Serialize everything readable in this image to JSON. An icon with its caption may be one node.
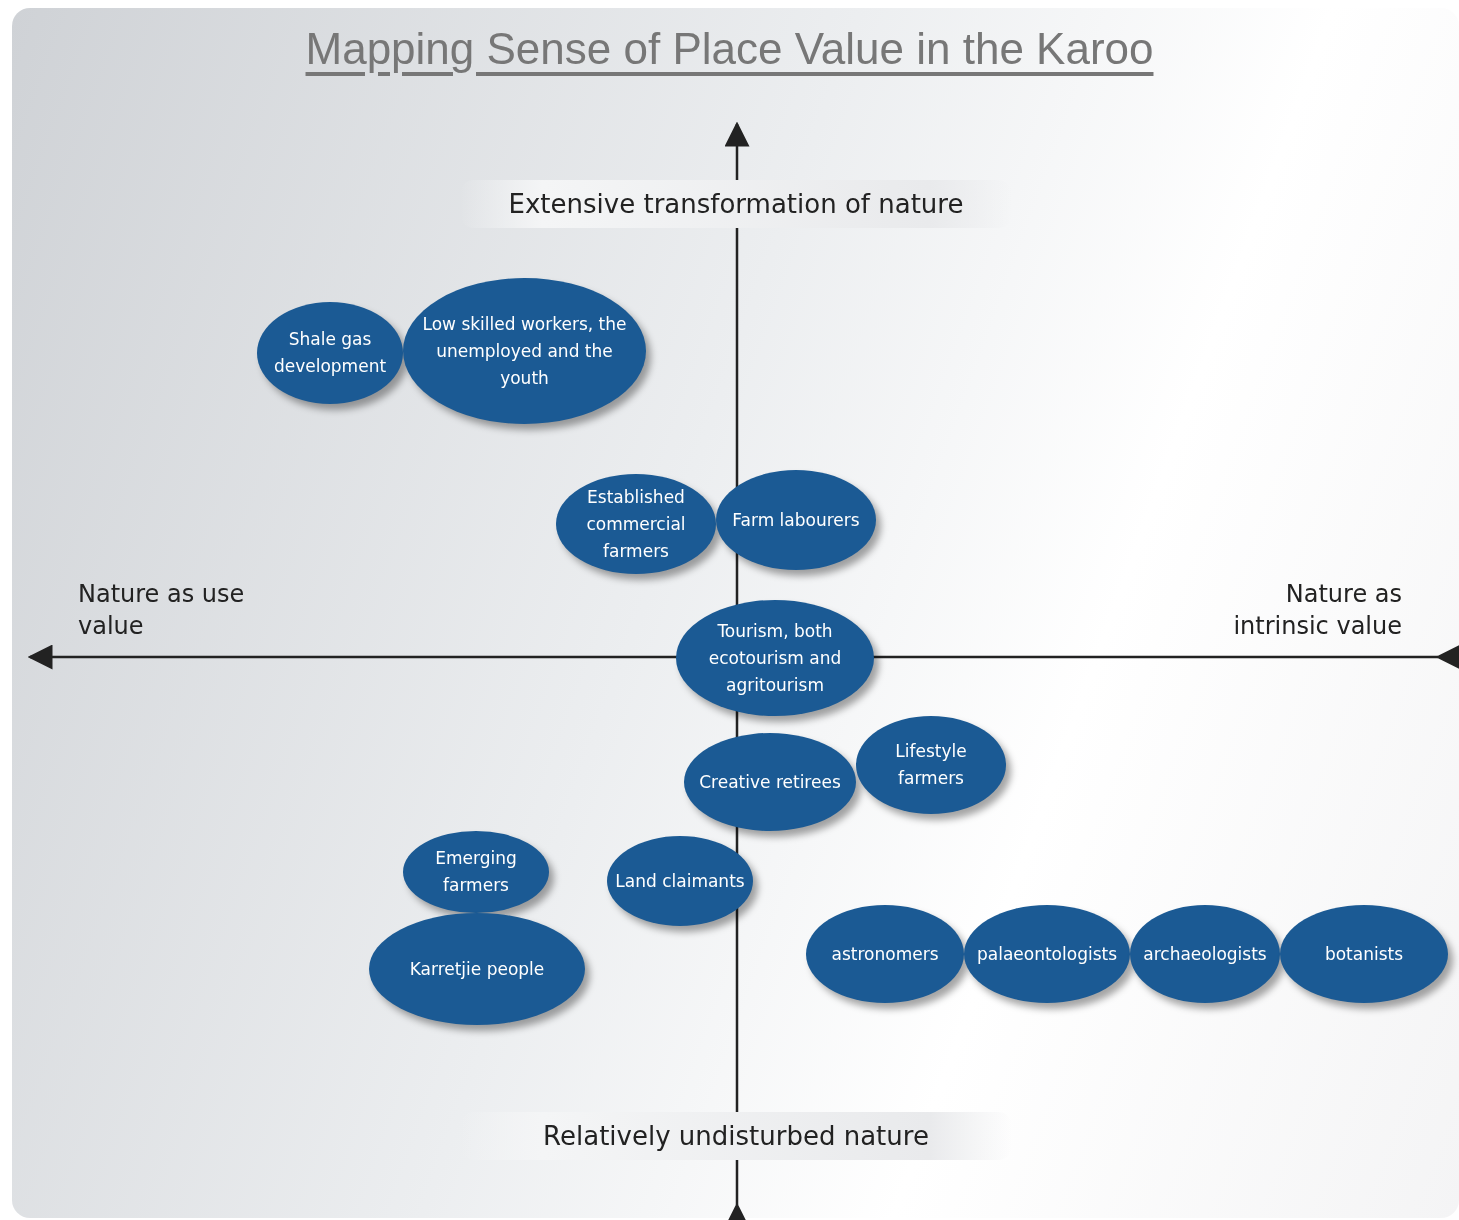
{
  "diagram": {
    "title": "Mapping Sense of Place Value in the Karoo",
    "nodes": [
      {
        "text": [
          "Extensive transformation of nature"
        ]
      },
      {
        "text": [
          "Shale gas development"
        ]
      },
      {
        "text": [
          "Low skilled workers, the unemployed and the youth"
        ]
      },
      {
        "text": [
          "Established commercial farmers"
        ]
      },
      {
        "text": [
          "Farm labourers"
        ]
      },
      {
        "text": [
          "Tourism, both ecotourism and agritourism"
        ]
      },
      {
        "text": [
          "Creative retirees"
        ]
      },
      {
        "text": [
          "Lifestyle farmers"
        ]
      },
      {
        "text": [
          "Emerging farmers"
        ]
      },
      {
        "text": [
          "Land claimants"
        ]
      },
      {
        "text": [
          "Karretjie people"
        ]
      },
      {
        "text": [
          "astronomers"
        ]
      },
      {
        "text": [
          "palaeontologists"
        ]
      },
      {
        "text": [
          "archaeologists"
        ]
      },
      {
        "text": [
          "botanists"
        ]
      },
      {
        "text": [
          "Relatively undisturbed nature"
        ]
      }
    ],
    "edges": [],
    "labels": [
      "Nature as use value",
      "Nature as intrinsic value"
    ]
  }
}
